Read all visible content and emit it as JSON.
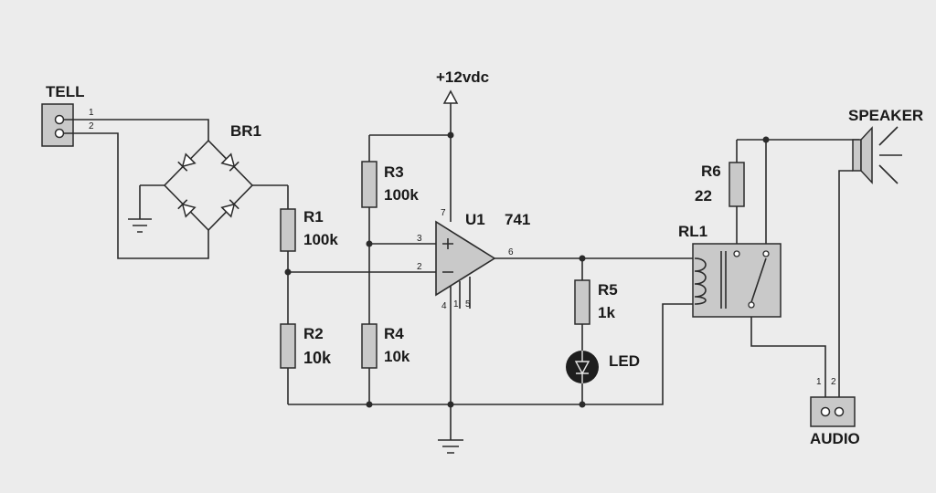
{
  "supply": "+12vdc",
  "components": {
    "tell": {
      "ref": "TELL",
      "pin1": "1",
      "pin2": "2"
    },
    "br1": {
      "ref": "BR1"
    },
    "r1": {
      "ref": "R1",
      "value": "100k"
    },
    "r2": {
      "ref": "R2",
      "value": "10k"
    },
    "r3": {
      "ref": "R3",
      "value": "100k"
    },
    "r4": {
      "ref": "R4",
      "value": "10k"
    },
    "u1": {
      "ref": "U1",
      "value": "741",
      "pins": {
        "p7": "7",
        "p3": "3",
        "p2": "2",
        "p6": "6",
        "p4": "4",
        "p1": "1",
        "p5": "5"
      }
    },
    "r5": {
      "ref": "R5",
      "value": "1k"
    },
    "led": {
      "ref": "LED"
    },
    "r6": {
      "ref": "R6",
      "value": "22"
    },
    "rl1": {
      "ref": "RL1"
    },
    "speaker": {
      "ref": "SPEAKER"
    },
    "audio": {
      "ref": "AUDIO",
      "pin1": "1",
      "pin2": "2"
    }
  }
}
